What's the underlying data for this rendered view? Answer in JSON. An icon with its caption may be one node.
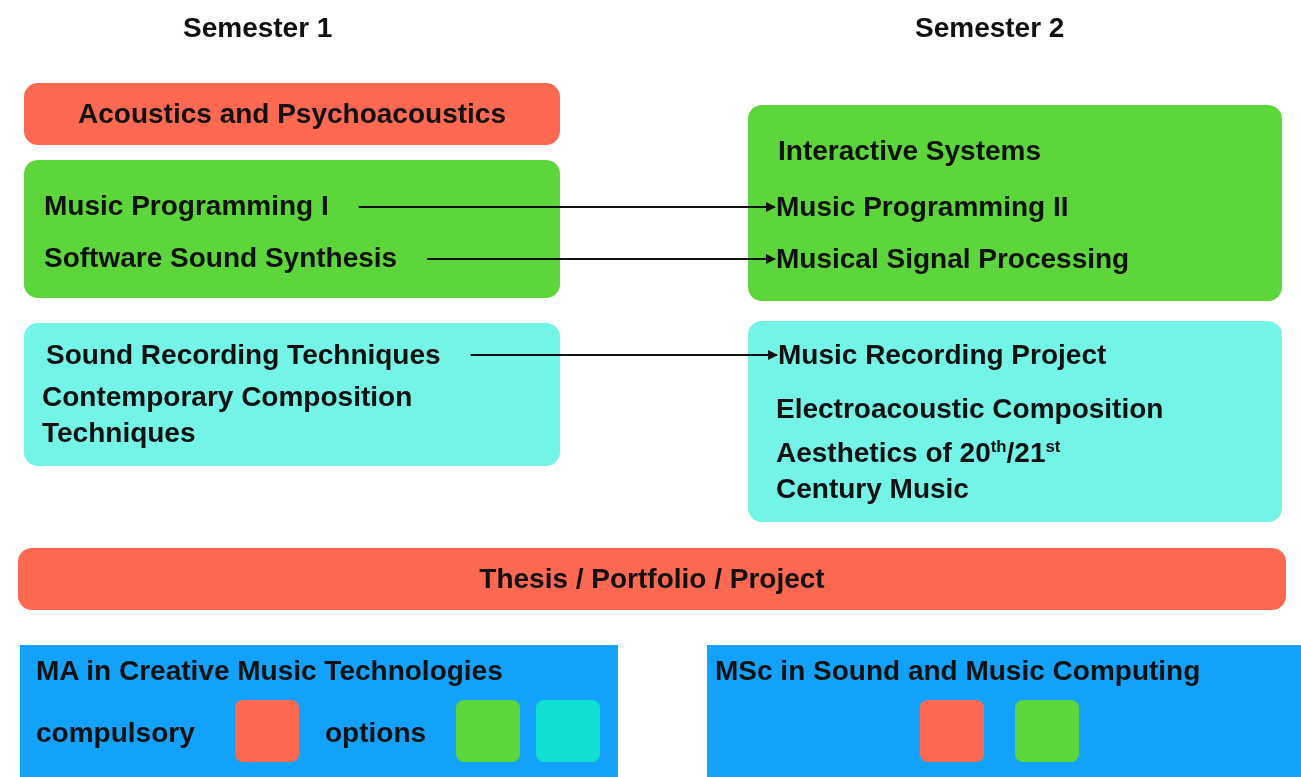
{
  "diagram": {
    "nodes": [
      {
        "text": [
          "Acoustics and Psychoacoustics"
        ]
      },
      {
        "text": [],
        "shape": "box"
      },
      {
        "text": [
          "Music Programming I"
        ],
        "in": 1
      },
      {
        "text": [
          "Software Sound Synthesis"
        ],
        "in": 1
      },
      {
        "text": [],
        "shape": "box"
      },
      {
        "text": [
          "Sound Recording Techniques"
        ],
        "in": 4
      },
      {
        "text": [
          "Contemporary Composition Techniques"
        ],
        "in": 4
      },
      {
        "text": [],
        "shape": "box"
      },
      {
        "text": [
          "Interactive Systems"
        ],
        "in": 7
      },
      {
        "text": [
          "Music Programming II"
        ],
        "in": 7
      },
      {
        "text": [
          "Musical Signal Processing"
        ],
        "in": 7
      },
      {
        "text": [],
        "shape": "box"
      },
      {
        "text": [
          "Music Recording Project"
        ],
        "in": 11
      },
      {
        "text": [
          "Electroacoustic Composition"
        ],
        "in": 11
      },
      {
        "text": [
          "Aesthetics of 20$^{th}$/21$^{st}$ Century Music"
        ],
        "in": 11
      },
      {
        "text": [
          "Thesis / Portfolio / Project"
        ]
      },
      {
        "text": [
          "MA in Creative Music Technologies",
          "compulsory",
          "options"
        ]
      },
      {
        "text": [],
        "shape": "box",
        "in": 16
      },
      {
        "text": [],
        "shape": "box",
        "in": 16
      },
      {
        "text": [],
        "shape": "box",
        "in": 16
      },
      {
        "text": [
          "MSc in Sound and Music Computing"
        ]
      },
      {
        "text": [],
        "shape": "box",
        "in": 20
      },
      {
        "text": [],
        "shape": "box",
        "in": 20
      }
    ],
    "edges": [
      {
        "from": 2,
        "to": 9,
        "arrow": "to"
      },
      {
        "from": 3,
        "to": 10,
        "arrow": "to"
      },
      {
        "from": 5,
        "to": 12,
        "arrow": "to"
      }
    ],
    "labels": [
      "Semester 1",
      "Semester 2"
    ]
  }
}
